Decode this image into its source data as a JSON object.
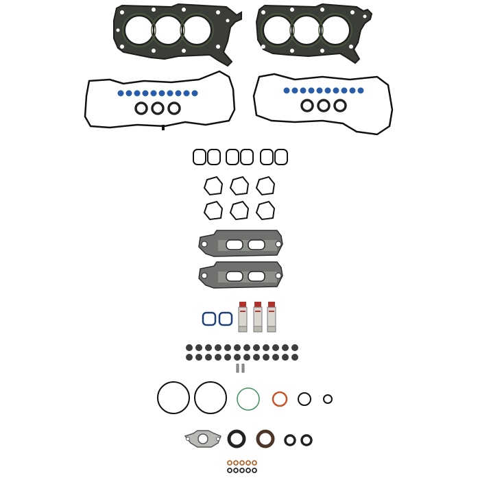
{
  "colors": {
    "background": "#ffffff",
    "gasket_steel": "#3a3d38",
    "gasket_edge": "#1b1d1a",
    "gasket_green": "#4f5a3e",
    "outline_black": "#111111",
    "seal_blue": "#2a5ea8",
    "seal_dark_blue": "#1d3f78",
    "exhaust_gray": "#6f716e",
    "exhaust_light": "#b9bab6",
    "tube_silver": "#cfd0cc",
    "tube_cap_red": "#b2322b",
    "tube_body": "#d9d6cf",
    "stem_seal": "#3b3e3b",
    "orange_oring": "#c5542c",
    "copper_washer": "#b5652e",
    "green_oring": "#3f8f5c",
    "brown_seal": "#4a3526"
  },
  "items": [
    {
      "name": "left-cylinder-head-gasket",
      "icon": "head-gasket"
    },
    {
      "name": "right-cylinder-head-gasket",
      "icon": "head-gasket"
    },
    {
      "name": "left-valve-cover-gasket",
      "icon": "valve-cover-gasket"
    },
    {
      "name": "right-valve-cover-gasket",
      "icon": "valve-cover-gasket"
    },
    {
      "name": "intake-manifold-gaskets",
      "icon": "intake-gasket"
    },
    {
      "name": "throttle-body-gaskets",
      "icon": "intake-gasket"
    },
    {
      "name": "exhaust-manifold-gasket-upper",
      "icon": "exhaust-gasket"
    },
    {
      "name": "exhaust-manifold-gasket-lower",
      "icon": "exhaust-gasket"
    },
    {
      "name": "square-seals",
      "icon": "square-seal"
    },
    {
      "name": "sealant-tubes",
      "icon": "sealant-tube"
    },
    {
      "name": "valve-stem-seals",
      "icon": "valve-stem-seal"
    },
    {
      "name": "dowel-pins",
      "icon": "pin"
    },
    {
      "name": "large-o-rings",
      "icon": "o-ring"
    },
    {
      "name": "small-o-rings",
      "icon": "o-ring"
    },
    {
      "name": "egr-gasket",
      "icon": "egr-gasket"
    },
    {
      "name": "camshaft-seals",
      "icon": "seal"
    },
    {
      "name": "copper-washers",
      "icon": "washer"
    }
  ]
}
